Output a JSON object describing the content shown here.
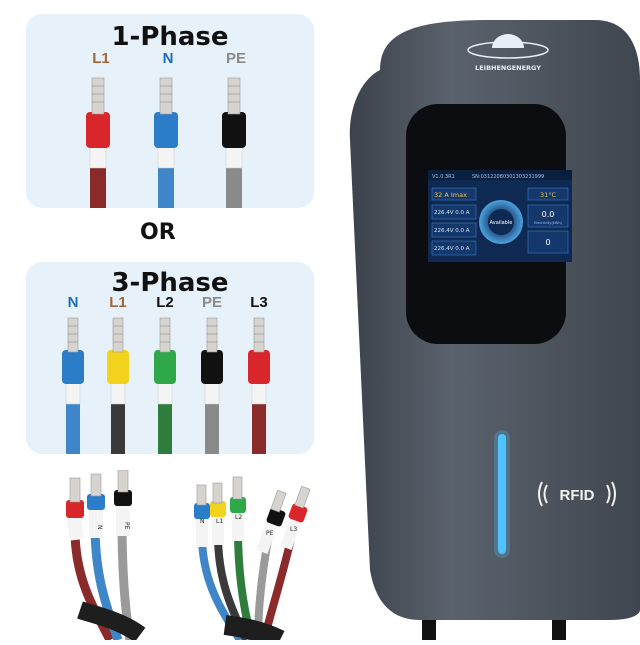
{
  "single_phase": {
    "title": "1-Phase",
    "wires": [
      {
        "label": "L1",
        "label_color": "#a0663a",
        "sleeve": "#d9262a",
        "cable": "#8b2a2a"
      },
      {
        "label": "N",
        "label_color": "#1c6dbb",
        "sleeve": "#2b7dc8",
        "cable": "#3f86c9"
      },
      {
        "label": "PE",
        "label_color": "#8a8a8a",
        "sleeve": "#111111",
        "cable": "#8a8a8a"
      }
    ]
  },
  "or_label": "OR",
  "three_phase": {
    "title": "3-Phase",
    "wires": [
      {
        "label": "N",
        "label_color": "#1c6dbb",
        "sleeve": "#2b7dc8",
        "cable": "#3f86c9"
      },
      {
        "label": "L1",
        "label_color": "#a0663a",
        "sleeve": "#f2d21b",
        "cable": "#3a3a3a"
      },
      {
        "label": "L2",
        "label_color": "#111111",
        "sleeve": "#2fa84a",
        "cable": "#2e7d3c"
      },
      {
        "label": "PE",
        "label_color": "#8a8a8a",
        "sleeve": "#111111",
        "cable": "#8a8a8a"
      },
      {
        "label": "L3",
        "label_color": "#111111",
        "sleeve": "#d9262a",
        "cable": "#8b2a2a"
      }
    ]
  },
  "bottom_left_wires": [
    "N",
    "PE"
  ],
  "bottom_right_wires": [
    "N",
    "L1",
    "L2",
    "PE",
    "L3"
  ],
  "charger": {
    "brand": "LEIBHENGENERGY",
    "rfid_label": "RFID",
    "screen": {
      "version": "V1.0.3R1",
      "serial": "SN:03122080301303231999",
      "current": "32 A Imax",
      "temperature": "31°C",
      "readings": [
        "226.4V 0.0 A",
        "226.4V 0.0 A",
        "226.4V 0.0 A"
      ],
      "status": "Available",
      "energy": "0.0",
      "energy_label": "Electricity(kWh)",
      "value": "0"
    }
  },
  "colors": {
    "panel_bg": "#e7f1fa",
    "charger_body": "#4d5560",
    "led": "#4fc3ff"
  }
}
